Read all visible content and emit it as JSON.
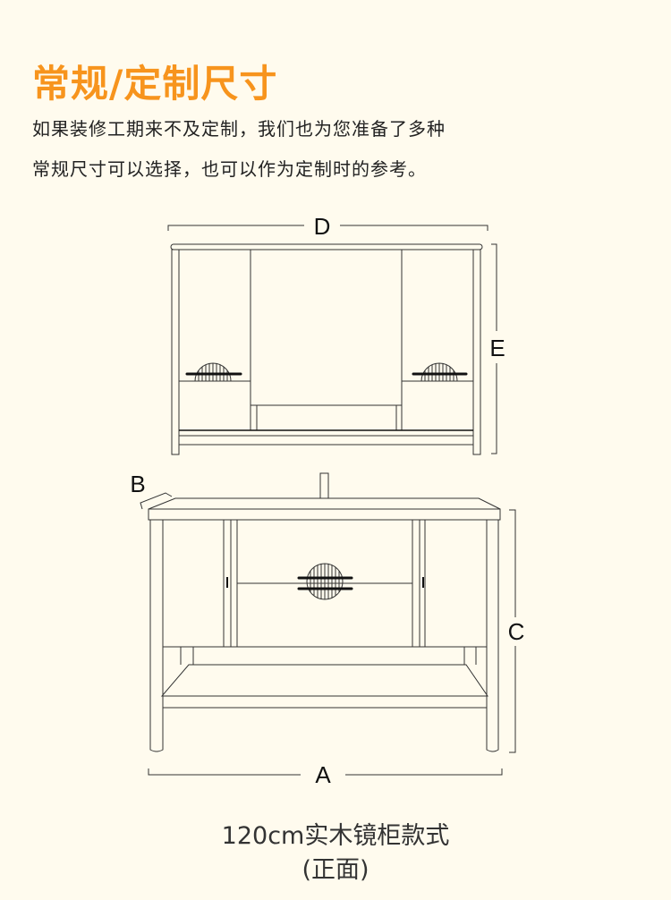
{
  "header": {
    "title": "常规/定制尺寸",
    "description_lines": [
      "如果装修工期来不及定制，我们也为您准备了多种",
      "常规尺寸可以选择，也可以作为定制时的参考。"
    ]
  },
  "diagram": {
    "labels": {
      "a": "A",
      "b": "B",
      "c": "C",
      "d": "D",
      "e": "E"
    },
    "caption_line1": "120cm实木镜柜款式",
    "caption_line2": "(正面)",
    "colors": {
      "title": "#f7941d",
      "background": "#fffbee",
      "line": "#333333"
    }
  }
}
